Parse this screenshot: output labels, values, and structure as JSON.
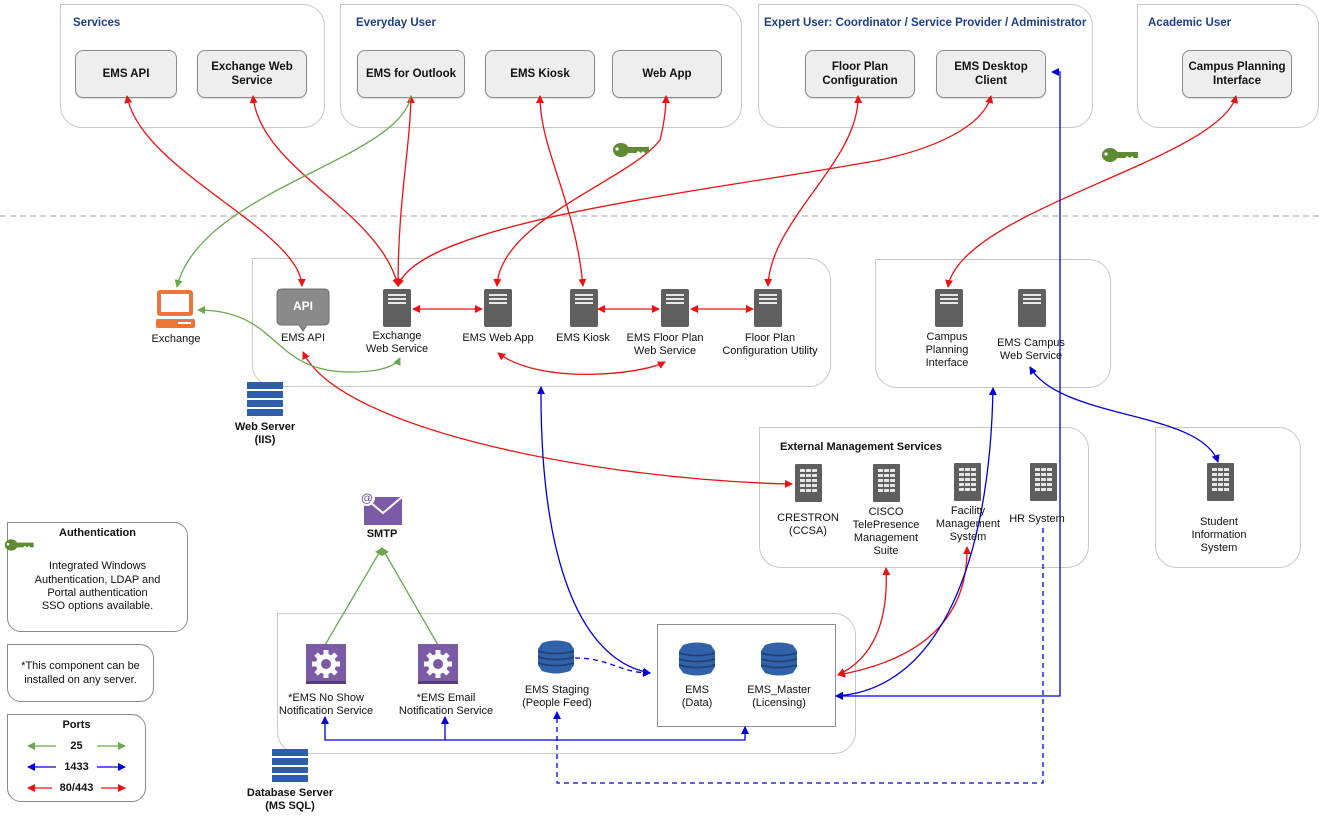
{
  "groups": {
    "services": {
      "title": "Services",
      "items": [
        "EMS API",
        "Exchange Web Service"
      ]
    },
    "everyday_user": {
      "title": "Everyday User",
      "items": [
        "EMS for Outlook",
        "EMS Kiosk",
        "Web App"
      ]
    },
    "expert_user": {
      "title": "Expert User: Coordinator / Service Provider / Administrator",
      "items": [
        "Floor Plan Configuration",
        "EMS Desktop Client"
      ]
    },
    "academic_user": {
      "title": "Academic User",
      "items": [
        "Campus Planning Interface"
      ]
    }
  },
  "web_server": {
    "label": "Web Server (IIS)",
    "label_line1": "Web Server",
    "label_line2": "(IIS)",
    "components": {
      "ems_api": {
        "icon_text": "API",
        "label": "EMS API"
      },
      "exchange_ws": {
        "line1": "Exchange",
        "line2": "Web Service"
      },
      "web_app": {
        "label": "EMS Web App"
      },
      "kiosk": {
        "label": "EMS Kiosk"
      },
      "floor_plan_ws": {
        "line1": "EMS Floor Plan",
        "line2": "Web Service"
      },
      "floor_plan_util": {
        "line1": "Floor Plan",
        "line2": "Configuration Utility"
      }
    }
  },
  "campus_server": {
    "campus_planning": {
      "line1": "Campus",
      "line2": "Planning",
      "line3": "Interface"
    },
    "campus_ws": {
      "line1": "EMS Campus",
      "line2": "Web Service"
    }
  },
  "exchange": {
    "label": "Exchange"
  },
  "smtp": {
    "label": "SMTP"
  },
  "external_mgmt": {
    "title": "External Management Services",
    "crestron": {
      "line1": "CRESTRON",
      "line2": "(CCSA)"
    },
    "cisco": {
      "line1": "CISCO",
      "line2": "TelePresence",
      "line3": "Management",
      "line4": "Suite"
    },
    "facility": {
      "line1": "Facility",
      "line2": "Management",
      "line3": "System"
    },
    "hr": {
      "label": "HR System"
    }
  },
  "student_info": {
    "line1": "Student",
    "line2": "Information",
    "line3": "System"
  },
  "database_server": {
    "label_line1": "Database Server",
    "label_line2": "(MS SQL)",
    "no_show": {
      "line1": "*EMS No Show",
      "line2": "Notification Service"
    },
    "email": {
      "line1": "*EMS Email",
      "line2": "Notification Service"
    },
    "staging": {
      "line1": "EMS Staging",
      "line2": "(People Feed)"
    },
    "ems_data": {
      "line1": "EMS",
      "line2": "(Data)"
    },
    "ems_master": {
      "line1": "EMS_Master",
      "line2": "(Licensing)"
    }
  },
  "legend": {
    "authentication": {
      "title": "Authentication",
      "lines": [
        "Integrated Windows",
        "Authentication, LDAP and",
        "Portal authentication",
        "SSO options available."
      ]
    },
    "note": {
      "lines": [
        "*This component can be",
        "installed on any server."
      ]
    },
    "ports": {
      "title": "Ports",
      "entries": [
        {
          "label": "25",
          "color": "#6aa84f"
        },
        {
          "label": "1433",
          "color": "#0000dd"
        },
        {
          "label": "80/443",
          "color": "#ee1111"
        }
      ]
    }
  },
  "colors": {
    "port_25": "#6aa84f",
    "port_1433": "#0000dd",
    "port_80_443": "#ee1111",
    "group_title": "#1f3f84",
    "key": "#5f8a34",
    "exchange_orange": "#ec7536",
    "smtp_purple": "#7b5aa6",
    "db_blue": "#2f62a8",
    "iis_blue": "#2f5ea8"
  }
}
